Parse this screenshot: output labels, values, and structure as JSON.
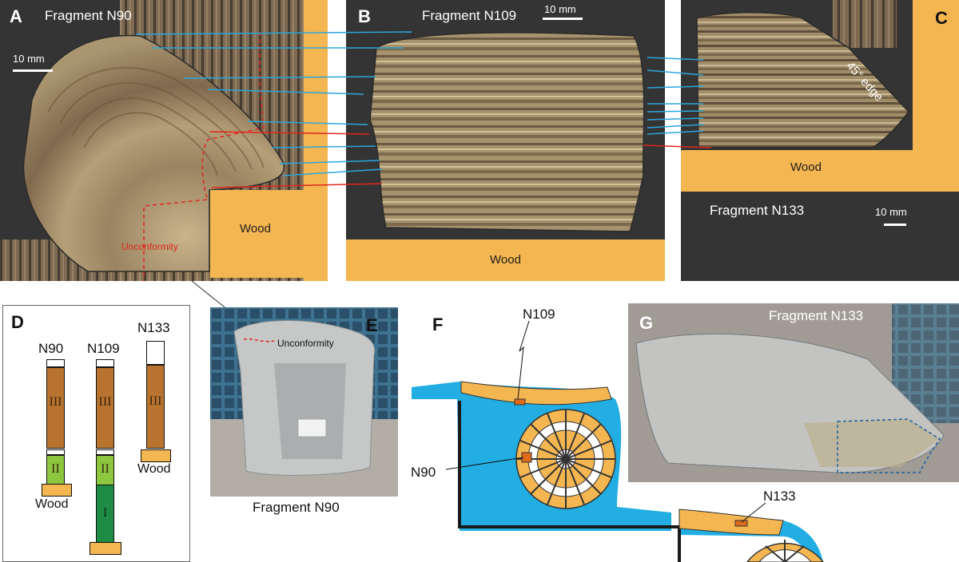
{
  "panels": {
    "a": {
      "letter": "A",
      "title": "Fragment N90",
      "scale": "10 mm",
      "wood": "Wood",
      "unconformity": "Unconformity"
    },
    "b": {
      "letter": "B",
      "title": "Fragment N109",
      "scale": "10 mm",
      "wood": "Wood"
    },
    "c": {
      "letter": "C",
      "title": "Fragment N133",
      "scale": "10 mm",
      "wood": "Wood",
      "edge": "45° edge"
    },
    "d": {
      "letter": "D",
      "columns": [
        {
          "name": "N90",
          "phases": [
            "III",
            "II"
          ],
          "base": "Wood"
        },
        {
          "name": "N109",
          "phases": [
            "III",
            "II",
            "I"
          ],
          "base": ""
        },
        {
          "name": "N133",
          "phases": [
            "III"
          ],
          "base": "Wood"
        }
      ]
    },
    "e": {
      "letter": "E",
      "annotation": "Unconformity",
      "caption": "Fragment N90"
    },
    "f": {
      "letter": "F",
      "labels": [
        "N109",
        "N90",
        "N133"
      ]
    },
    "g": {
      "letter": "G",
      "title": "Fragment N133"
    }
  },
  "colors": {
    "background": "#343434",
    "wood": "#f4b651",
    "correlation_blue": "#2aa7dd",
    "correlation_red": "#e0261d",
    "phase_I": "#1e8c44",
    "phase_II": "#8dc63f",
    "phase_III": "#b8742e",
    "water": "#22aee3"
  }
}
